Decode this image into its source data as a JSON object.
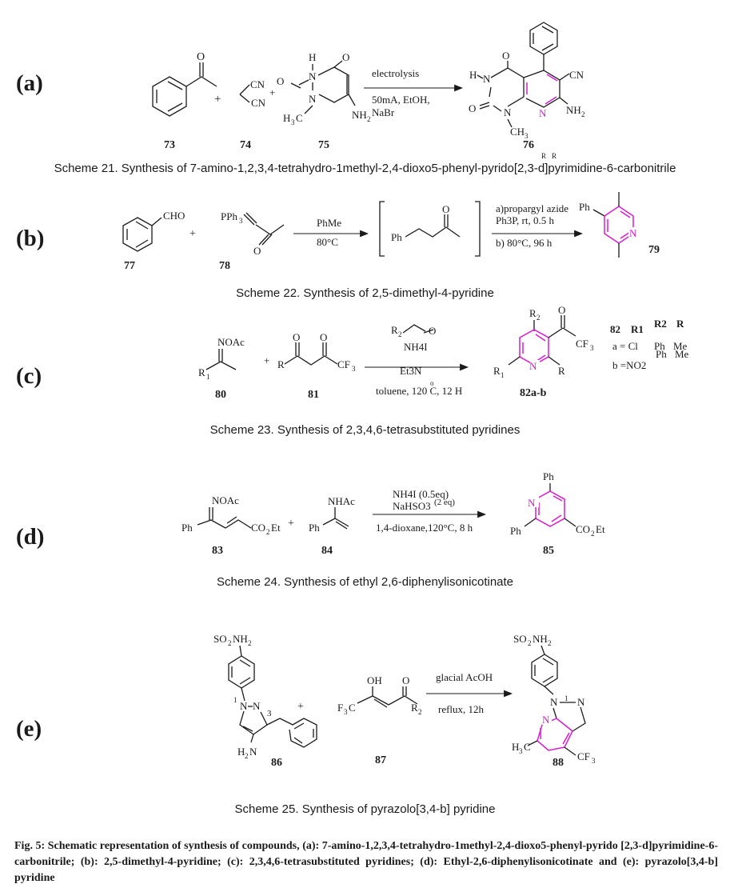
{
  "panels": [
    {
      "label": "(a)",
      "caption": "Scheme 21. Synthesis of 7-amino-1,2,3,4-tetrahydro-1methyl-2,4-dioxo5-phenyl-pyrido[2,3-d]pyrimidine-6-carbonitrile",
      "compounds": [
        "73",
        "74",
        "75",
        "76"
      ],
      "conditions": [
        "electrolysis",
        "50mA, EtOH,",
        "NaBr"
      ]
    },
    {
      "label": "(b)",
      "caption": "Scheme 22. Synthesis of 2,5-dimethyl-4-pyridine",
      "compounds": [
        "77",
        "78",
        "79"
      ],
      "conditions": [
        "PhMe",
        "80°C",
        "a)propargyl azide",
        "Ph3P, rt, 0.5 h",
        "b) 80°C, 96 h"
      ]
    },
    {
      "label": "(c)",
      "caption": "Scheme 23. Synthesis of 2,3,4,6-tetrasubstituted pyridines",
      "compounds": [
        "80",
        "81",
        "82a-b"
      ],
      "conditions": [
        "NH4I",
        "Et3N",
        "toluene, 120 C, 12 H"
      ],
      "table": [
        "82",
        "R1",
        "R2",
        "R",
        "a = Cl",
        "Ph",
        "Me",
        "b =NO2",
        "Ph",
        "Me"
      ]
    },
    {
      "label": "(d)",
      "caption": "Scheme 24. Synthesis of ethyl 2,6-diphenylisonicotinate",
      "compounds": [
        "83",
        "84",
        "85"
      ],
      "conditions": [
        "NH4I (0.5eq)",
        "NaHSO3",
        "(2 eq)",
        "1,4-dioxane,120°C, 8 h"
      ]
    },
    {
      "label": "(e)",
      "caption": "Scheme 25. Synthesis of pyrazolo[3,4-b] pyridine",
      "compounds": [
        "86",
        "87",
        "88"
      ],
      "conditions": [
        "glacial AcOH",
        "reflux,  12h"
      ]
    }
  ],
  "figure_caption": "Fig. 5: Schematic representation of synthesis of compounds, (a): 7-amino-1,2,3,4-tetrahydro-1methyl-2,4-dioxo5-phenyl-pyrido [2,3-d]pyrimidine-6-carbonitrile; (b): 2,5-dimethyl-4-pyridine; (c): 2,3,4,6-tetrasubstituted pyridines; (d): Ethyl-2,6-diphenylisonicotinate and (e): pyrazolo[3,4-b] pyridine",
  "colors": {
    "highlight": "#d81bd1",
    "ink": "#1a1a1a"
  }
}
